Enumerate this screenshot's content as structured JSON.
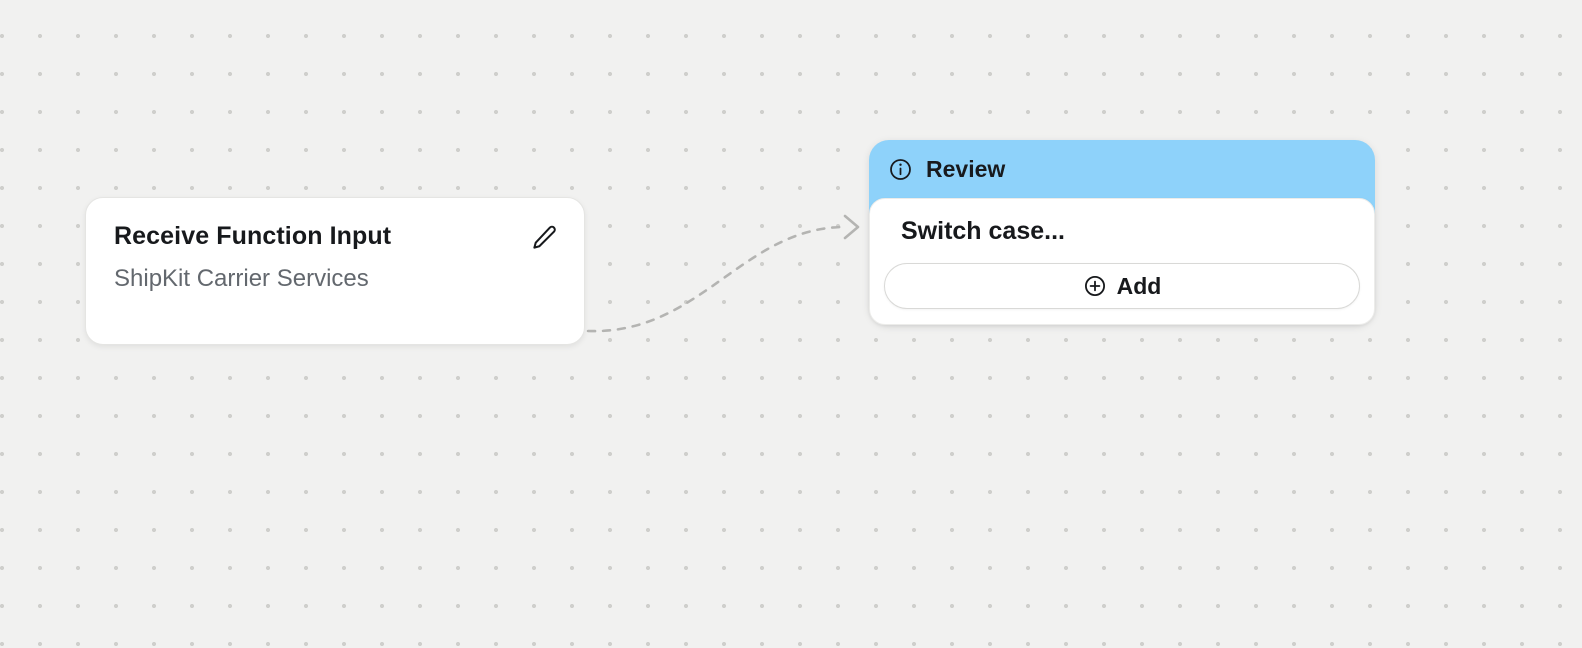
{
  "canvas": {
    "background_color": "#f1f1f0",
    "dot_color": "#cfcfcc"
  },
  "nodes": {
    "receive": {
      "title": "Receive Function Input",
      "subtitle": "ShipKit Carrier Services"
    },
    "review": {
      "header_label": "Review",
      "header_color": "#8ed2fa",
      "case_label": "Switch case...",
      "add_label": "Add"
    }
  },
  "edge": {
    "style": "dashed",
    "color": "#b4b4b2"
  }
}
